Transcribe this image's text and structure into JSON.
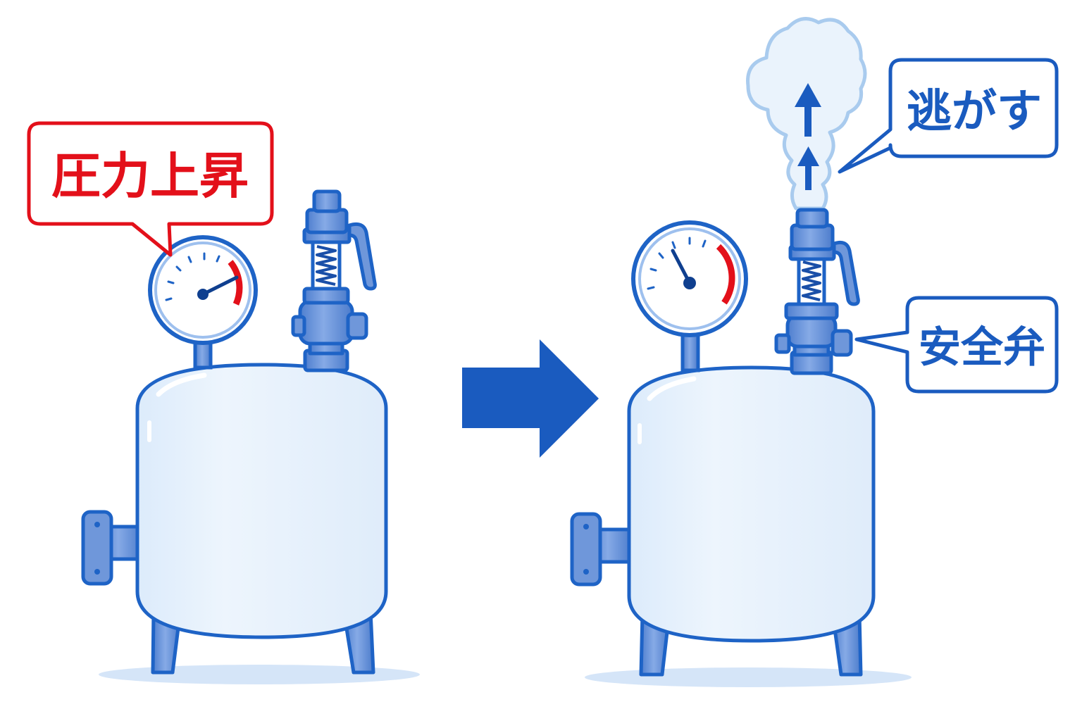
{
  "callouts": {
    "pressure_rise": "圧力上昇",
    "release": "逃がす",
    "safety_valve": "安全弁"
  },
  "colors": {
    "alert_red": "#e3101a",
    "brand_blue": "#1a5bbf",
    "line_blue": "#1e63c6",
    "tank_fill": "#e8f2fc",
    "metal_blue": "#6f97da",
    "steam_fill": "#eaf3fc",
    "steam_stroke": "#a9cbee"
  },
  "gauges": {
    "before_needle_fraction": 0.8,
    "after_needle_fraction": 0.2
  },
  "icons": [
    "pressure-gauge-icon",
    "safety-valve-icon",
    "pressure-tank-icon",
    "right-arrow-icon",
    "steam-cloud-icon",
    "up-arrow-icon"
  ]
}
